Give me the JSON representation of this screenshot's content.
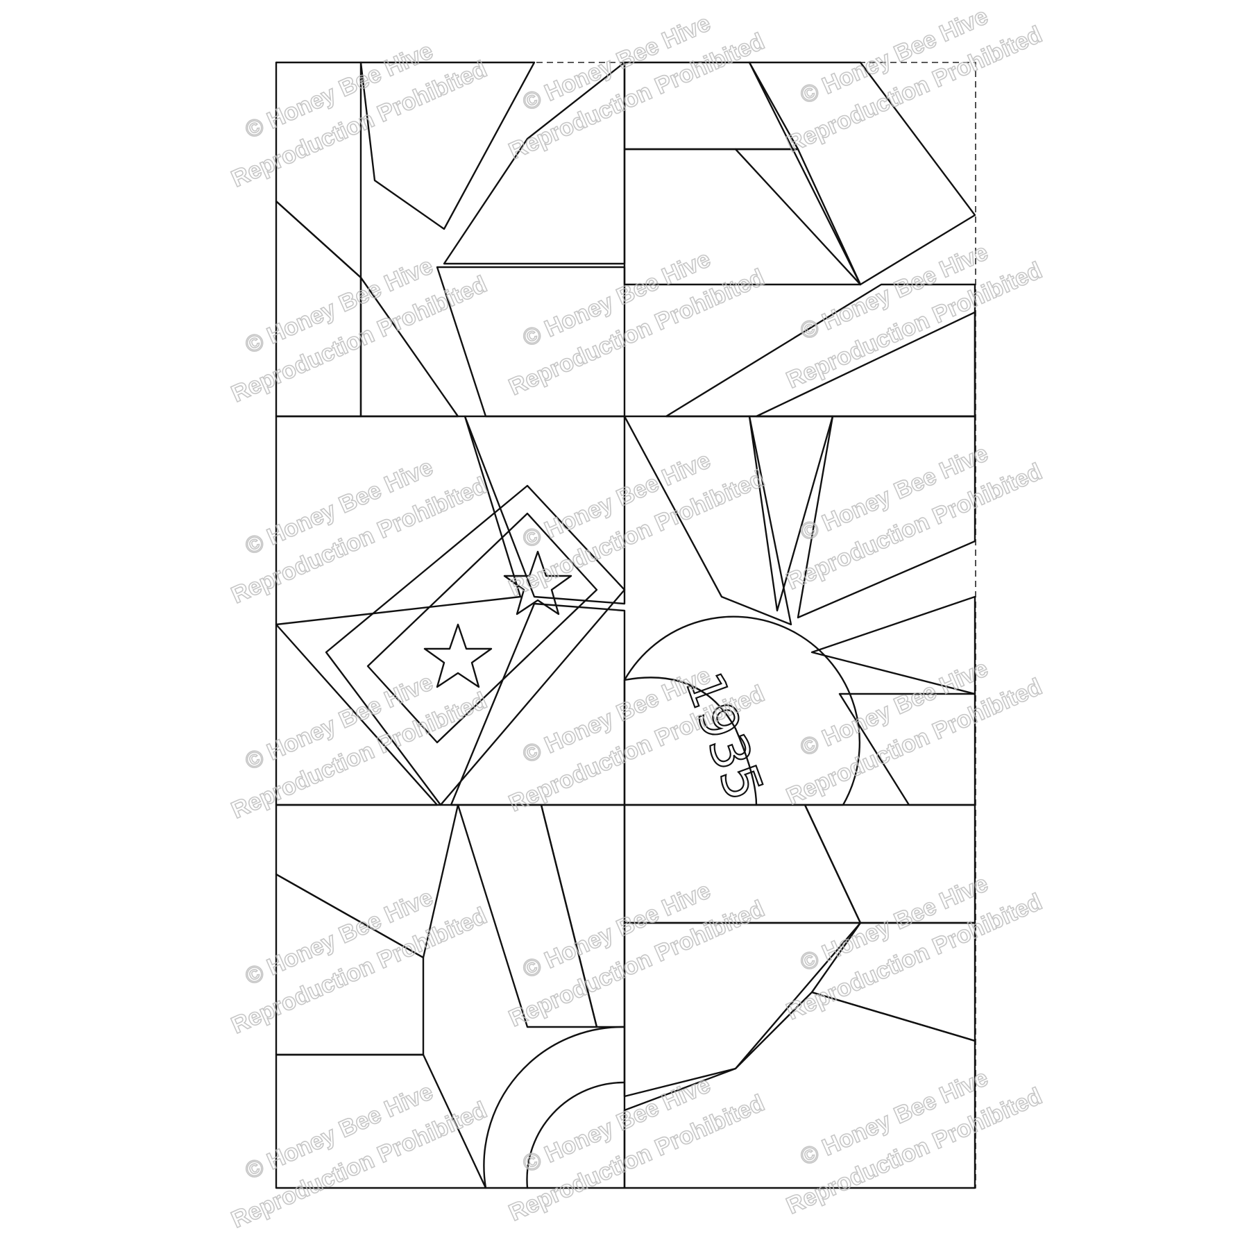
{
  "artwork": {
    "year_label": "1935",
    "ink_color": "#111111",
    "paper_color": "#ffffff",
    "watermark_color": "#bdbdbd"
  },
  "watermark": {
    "line1": "© Honey Bee Hive",
    "line2": "Reproduction Prohibited"
  }
}
